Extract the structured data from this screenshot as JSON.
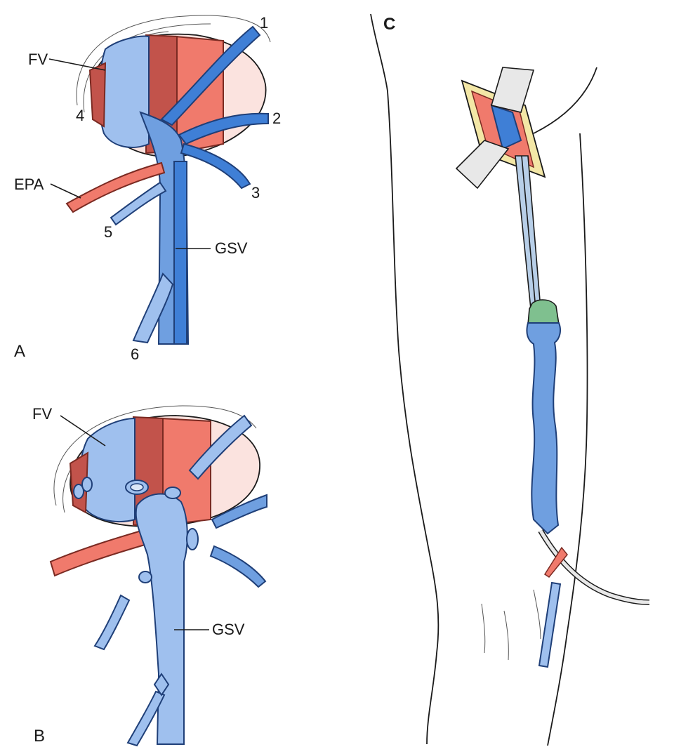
{
  "panels": {
    "a": {
      "letter": "A",
      "labels": {
        "fv": "FV",
        "epa": "EPA",
        "gsv": "GSV",
        "n1": "1",
        "n2": "2",
        "n3": "3",
        "n4": "4",
        "n5": "5",
        "n6": "6"
      }
    },
    "b": {
      "letter": "B",
      "labels": {
        "fv": "FV",
        "gsv": "GSV"
      }
    },
    "c": {
      "letter": "C"
    }
  },
  "colors": {
    "vein": "#6f9fe0",
    "vein_dark": "#3f7fd6",
    "vein_light": "#9fc0ee",
    "artery": "#f07a6c",
    "artery_dark": "#c2534b",
    "incision": "#f3e7a6",
    "stripper_head": "#7fc08f",
    "skin_outline": "#1a1a1a"
  },
  "icons": [
    "scissors-free",
    "vessel-ligature-icon",
    "retractor-icon",
    "vein-stripper-icon"
  ]
}
